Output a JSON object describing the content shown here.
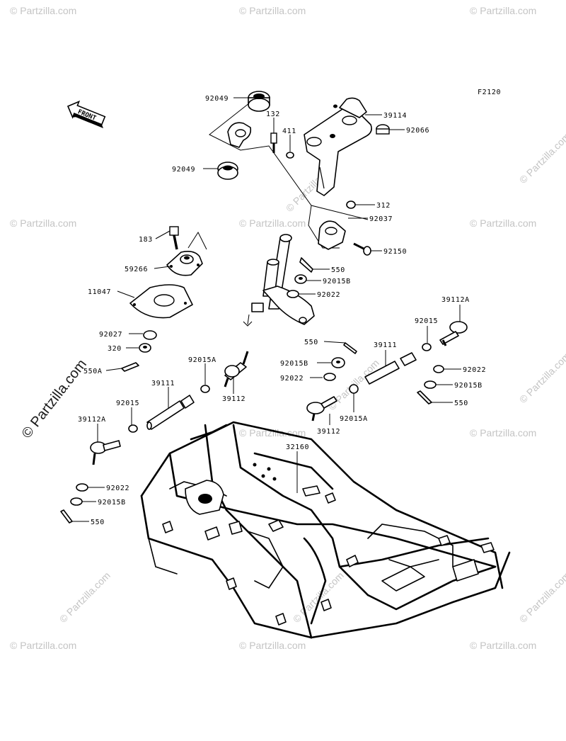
{
  "diagram": {
    "code": "F2120",
    "front_label": "FRONT",
    "watermark_text": "© Partzilla.com",
    "watermark_large": "© Partzilla.com"
  },
  "callouts": {
    "c92049_top": "92049",
    "c92049_mid": "92049",
    "c132": "132",
    "c411": "411",
    "c39114": "39114",
    "c92066": "92066",
    "c312": "312",
    "c92037": "92037",
    "c92150": "92150",
    "c183": "183",
    "c59266": "59266",
    "c11047": "11047",
    "c550_a": "550",
    "c92015B_a": "92015B",
    "c92022_a": "92022",
    "c92027": "92027",
    "c320": "320",
    "c550A": "550A",
    "c92015A_left": "92015A",
    "c39111_left": "39111",
    "c92015_left": "92015",
    "c39112_left": "39112",
    "c39112A_left": "39112A",
    "c550_mid": "550",
    "c92015B_mid": "92015B",
    "c92022_mid": "92022",
    "c39111_right": "39111",
    "c92015_right": "92015",
    "c39112A_right": "39112A",
    "c92022_right": "92022",
    "c92015B_right": "92015B",
    "c550_right": "550",
    "c92015A_right": "92015A",
    "c39112_right": "39112",
    "c32160": "32160",
    "c92022_left": "92022",
    "c92015B_left": "92015B",
    "c550_left": "550"
  }
}
